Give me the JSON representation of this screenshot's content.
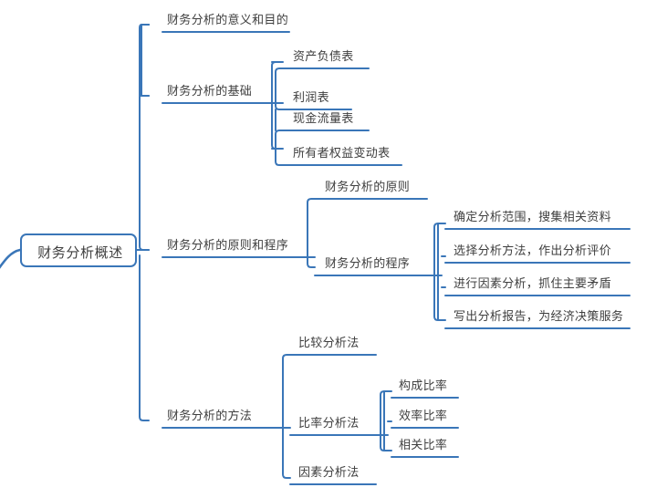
{
  "diagram": {
    "type": "mind-map",
    "title": "财务分析概述",
    "accent_color": "#3a76b8",
    "text_color": "#3f3f3f",
    "background_color": "#ffffff"
  },
  "root": {
    "label": "财务分析概述"
  },
  "branches": [
    {
      "label": "财务分析的意义和目的",
      "children": []
    },
    {
      "label": "财务分析的基础",
      "children": [
        {
          "label": "资产负债表"
        },
        {
          "label": "利润表"
        },
        {
          "label": "现金流量表"
        },
        {
          "label": "所有者权益变动表"
        }
      ]
    },
    {
      "label": "财务分析的原则和程序",
      "children": [
        {
          "label": "财务分析的原则",
          "children": []
        },
        {
          "label": "财务分析的程序",
          "children": [
            {
              "label": "确定分析范围，搜集相关资料"
            },
            {
              "label": "选择分析方法，作出分析评价"
            },
            {
              "label": "进行因素分析，抓住主要矛盾"
            },
            {
              "label": "写出分析报告，为经济决策服务"
            }
          ]
        }
      ]
    },
    {
      "label": "财务分析的方法",
      "children": [
        {
          "label": "比较分析法",
          "children": []
        },
        {
          "label": "比率分析法",
          "children": [
            {
              "label": "构成比率"
            },
            {
              "label": "效率比率"
            },
            {
              "label": "相关比率"
            }
          ]
        },
        {
          "label": "因素分析法",
          "children": []
        }
      ]
    }
  ]
}
